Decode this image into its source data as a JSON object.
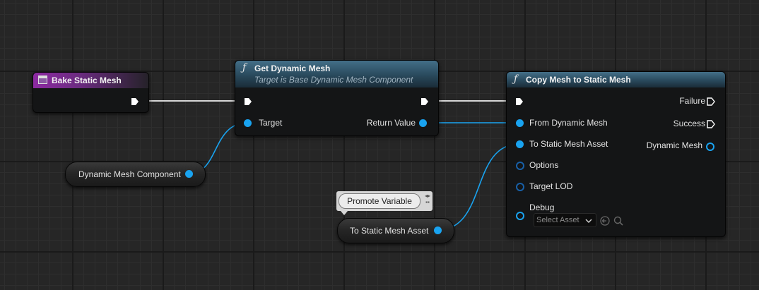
{
  "nodes": {
    "bake": {
      "title": "Bake Static Mesh",
      "icon": "event-icon"
    },
    "get_dynamic_mesh": {
      "title": "Get Dynamic Mesh",
      "subtitle": "Target is Base Dynamic Mesh Component",
      "icon": "function-icon",
      "inputs": [
        "Target"
      ],
      "outputs": [
        "Return Value"
      ]
    },
    "copy_mesh": {
      "title": "Copy Mesh to Static Mesh",
      "icon": "function-icon",
      "inputs": [
        "From Dynamic Mesh",
        "To Static Mesh Asset",
        "Options",
        "Target LOD",
        "Debug"
      ],
      "outputs": [
        "Failure",
        "Success",
        "Dynamic Mesh"
      ],
      "asset_placeholder": "Select Asset"
    }
  },
  "variables": {
    "dynamic_mesh_component": "Dynamic Mesh Component",
    "to_static_mesh_asset": "To Static Mesh Asset"
  },
  "tooltip": {
    "label": "Promote Variable"
  },
  "colors": {
    "background": "#262626",
    "object_pin": "#19a3f0",
    "struct_pin_dark": "#10477a",
    "function_header": "#436f88",
    "event_header": "#8d2aa2",
    "exec_wire": "#ffffff"
  }
}
